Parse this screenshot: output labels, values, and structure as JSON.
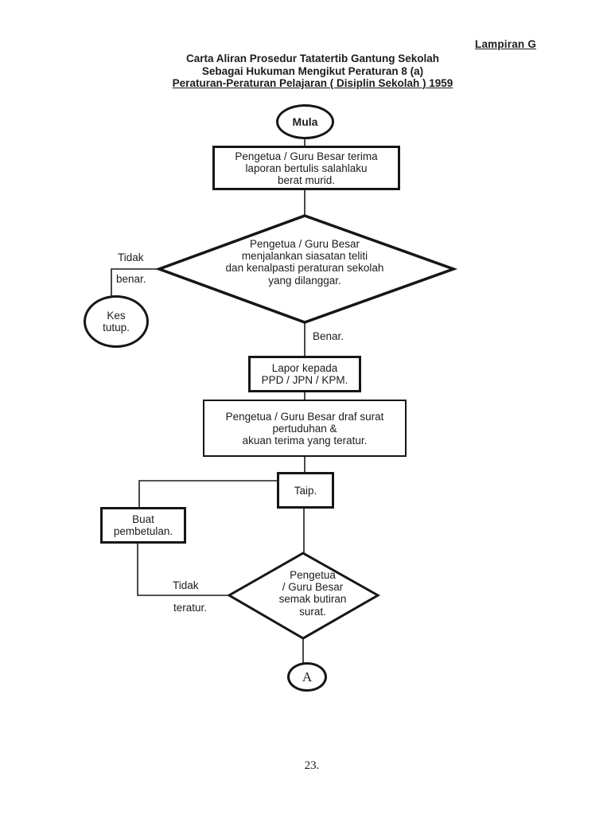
{
  "page": {
    "annex_label": "Lampiran G",
    "title_lines": [
      "Carta Aliran Prosedur Tatatertib Gantung Sekolah",
      "Sebagai Hukuman Mengikut Peraturan 8 (a)",
      "Peraturan-Peraturan Pelajaran ( Disiplin Sekolah ) 1959"
    ],
    "page_number": "23.",
    "ink_color": "#1c1c1c",
    "paper_color": "#ffffff"
  },
  "flowchart": {
    "start_terminal": {
      "label": "Mula"
    },
    "report_box": {
      "lines": [
        "Pengetua / Guru Besar  terima",
        "laporan bertulis salahlaku",
        "berat murid."
      ]
    },
    "investigate_decision": {
      "lines": [
        "Pengetua / Guru Besar",
        "menjalankan siasatan teliti",
        "dan kenalpasti peraturan sekolah",
        "yang dilanggar."
      ]
    },
    "branch_not_true": {
      "line1": "Tidak",
      "line2": "benar."
    },
    "case_closed_terminal": {
      "lines": [
        "Kes",
        "tutup."
      ]
    },
    "branch_true": {
      "label": "Benar."
    },
    "authority_box": {
      "lines": [
        "Lapor kepada",
        "PPD / JPN / KPM."
      ]
    },
    "draft_box": {
      "lines": [
        "Pengetua / Guru Besar draf surat",
        "pertuduhan &",
        "akuan terima yang teratur."
      ]
    },
    "type_box": {
      "label": "Taip."
    },
    "correction_box": {
      "lines": [
        "Buat",
        "pembetulan."
      ]
    },
    "branch_not_orderly": {
      "line1": "Tidak",
      "line2": "teratur."
    },
    "check_decision": {
      "lines": [
        "Pengetua",
        "/ Guru Besar",
        "semak butiran",
        "surat."
      ]
    },
    "connector_a": {
      "label": "A"
    }
  }
}
